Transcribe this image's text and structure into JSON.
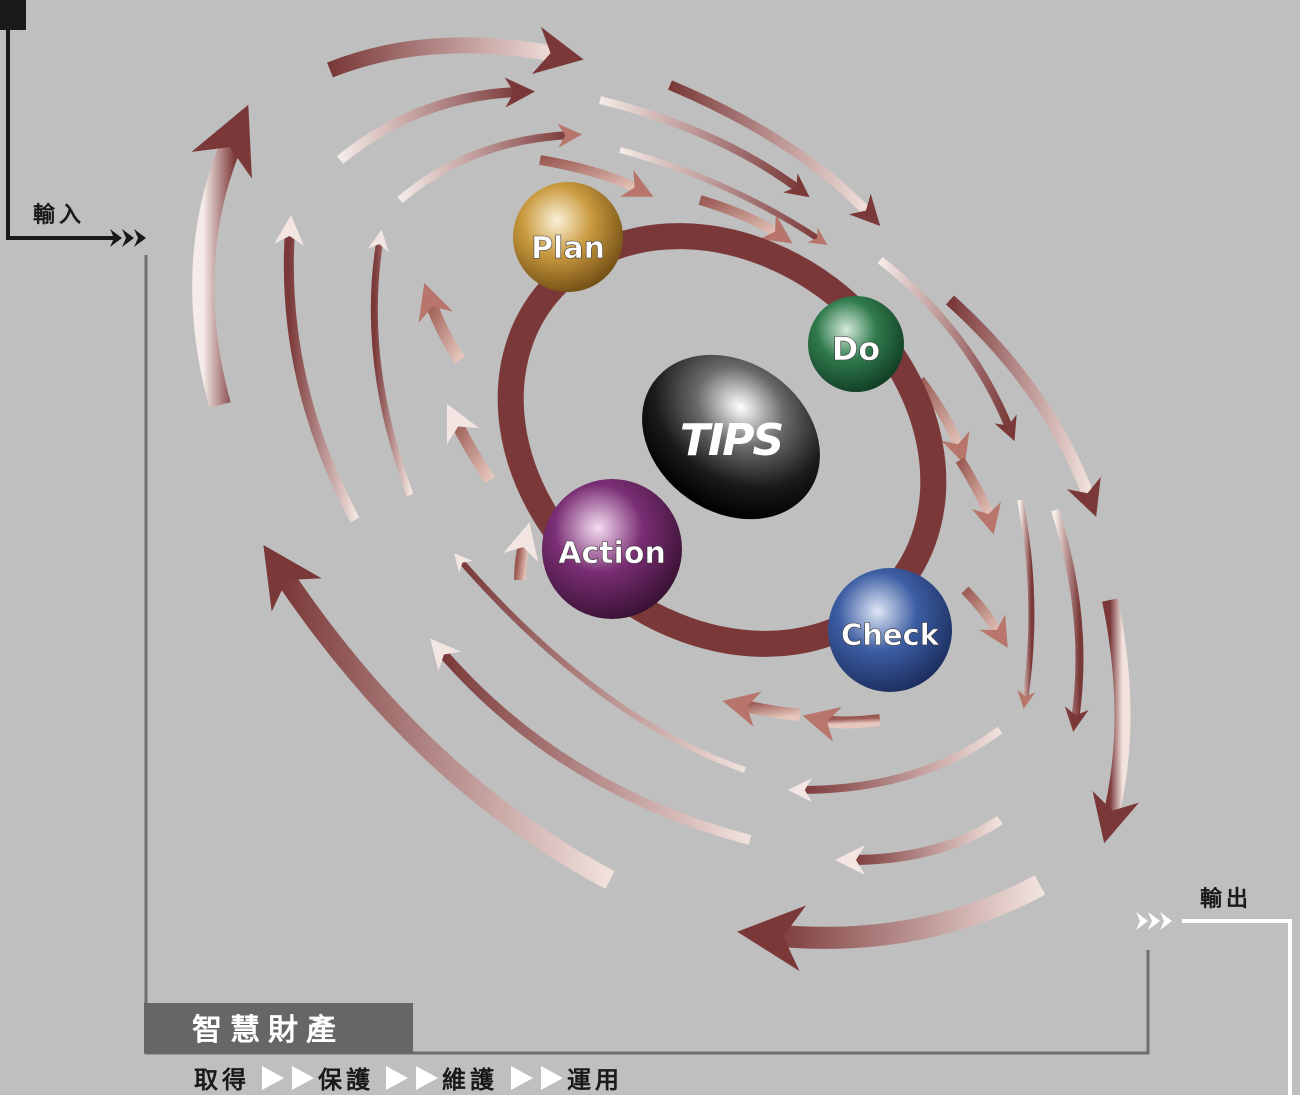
{
  "input_label": "輸入",
  "output_label": "輸出",
  "center_logo": "TIPS",
  "cycle": {
    "plan": "Plan",
    "do": "Do",
    "check": "Check",
    "action": "Action"
  },
  "box_title": "智慧財產",
  "steps": [
    "取得",
    "保護",
    "維護",
    "運用"
  ],
  "colors": {
    "background": "#bfbfbf",
    "arrow_dark": "#7a3a3a",
    "plan": "#b8862b",
    "do": "#1f5e3a",
    "check": "#2c4a86",
    "action": "#5a1f55",
    "title_box": "#666666"
  }
}
